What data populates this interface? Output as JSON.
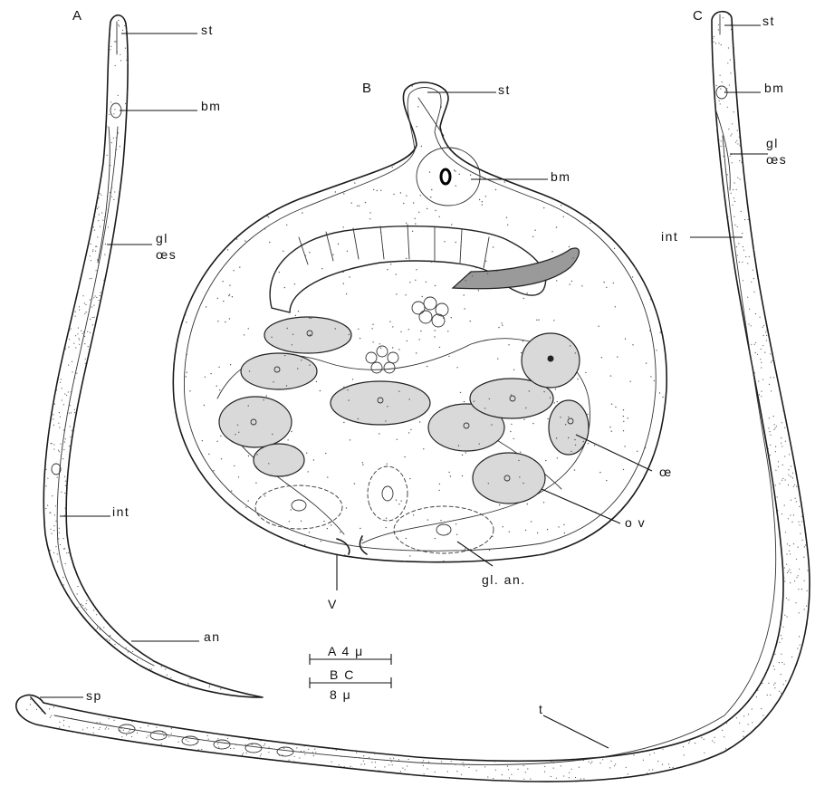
{
  "panels": {
    "a": "A",
    "b": "B",
    "c": "C"
  },
  "labels": {
    "a_st": "st",
    "a_bm": "bm",
    "a_gl": "gl",
    "a_oes": "œs",
    "a_int": "int",
    "a_an": "an",
    "b_st": "st",
    "b_bm": "bm",
    "b_oe": "œ",
    "b_ov": "o v",
    "b_glan": "gl. an.",
    "b_v": "V",
    "c_st": "st",
    "c_bm": "bm",
    "c_gl": "gl",
    "c_oes": "œs",
    "c_int": "int",
    "c_t": "t",
    "sp": "sp"
  },
  "scale_bars": {
    "top": "A 4 μ",
    "bottom_upper": "B   C",
    "bottom_lower": "8   μ"
  },
  "colors": {
    "ink": "#1a1a1a",
    "egg_fill": "#d9d9d9",
    "stipple": "#555555"
  }
}
